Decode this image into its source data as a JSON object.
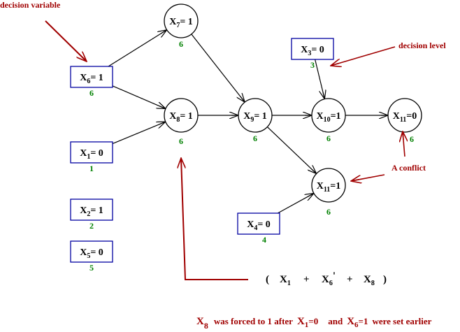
{
  "colors": {
    "decision_box": "#0000a0",
    "level_text": "#008000",
    "annotation": "#a00000",
    "edge": "#000000"
  },
  "nodes": [
    {
      "id": "x6",
      "var": "X",
      "sub": "6",
      "value": "= 1",
      "kind": "decision",
      "level": "6"
    },
    {
      "id": "x1",
      "var": "X",
      "sub": "1",
      "value": "= 0",
      "kind": "decision",
      "level": "1"
    },
    {
      "id": "x2",
      "var": "X",
      "sub": "2",
      "value": "= 1",
      "kind": "decision",
      "level": "2"
    },
    {
      "id": "x5",
      "var": "X",
      "sub": "5",
      "value": "= 0",
      "kind": "decision",
      "level": "5"
    },
    {
      "id": "x3",
      "var": "X",
      "sub": "3",
      "value": "= 0",
      "kind": "decision",
      "level": "3"
    },
    {
      "id": "x4",
      "var": "X",
      "sub": "4",
      "value": "= 0",
      "kind": "decision",
      "level": "4"
    },
    {
      "id": "x7",
      "var": "X",
      "sub": "7",
      "value": "= 1",
      "kind": "implied",
      "level": "6"
    },
    {
      "id": "x8",
      "var": "X",
      "sub": "8",
      "value": "= 1",
      "kind": "implied",
      "level": "6"
    },
    {
      "id": "x9",
      "var": "X",
      "sub": "9",
      "value": "= 1",
      "kind": "implied",
      "level": "6"
    },
    {
      "id": "x10",
      "var": "X",
      "sub": "10",
      "value": "=1",
      "kind": "implied",
      "level": "6"
    },
    {
      "id": "x11a",
      "var": "X",
      "sub": "11",
      "value": "=0",
      "kind": "implied",
      "level": "6"
    },
    {
      "id": "x11b",
      "var": "X",
      "sub": "11",
      "value": "=1",
      "kind": "implied",
      "level": "6"
    }
  ],
  "edges": [
    [
      "x6",
      "x7"
    ],
    [
      "x6",
      "x8"
    ],
    [
      "x1",
      "x8"
    ],
    [
      "x7",
      "x9"
    ],
    [
      "x8",
      "x9"
    ],
    [
      "x9",
      "x10"
    ],
    [
      "x3",
      "x10"
    ],
    [
      "x10",
      "x11a"
    ],
    [
      "x9",
      "x11b"
    ],
    [
      "x4",
      "x11b"
    ]
  ],
  "annotations": {
    "decision_variable": "decision variable",
    "decision_level": "decision level",
    "conflict": "A conflict"
  },
  "clause": {
    "open": "(",
    "close": ")",
    "plus": "+",
    "terms": [
      {
        "var": "X",
        "sub": "1",
        "prime": ""
      },
      {
        "var": "X",
        "sub": "6",
        "prime": "'"
      },
      {
        "var": "X",
        "sub": "8",
        "prime": ""
      }
    ]
  },
  "caption": {
    "part1_var": "X",
    "part1_sub": "8",
    "text1": "was forced to 1 after",
    "part2_var": "X",
    "part2_sub": "1",
    "part2_val": "=0",
    "text2": "and",
    "part3_var": "X",
    "part3_sub": "6",
    "part3_val": "=1",
    "text3": "were set earlier"
  }
}
